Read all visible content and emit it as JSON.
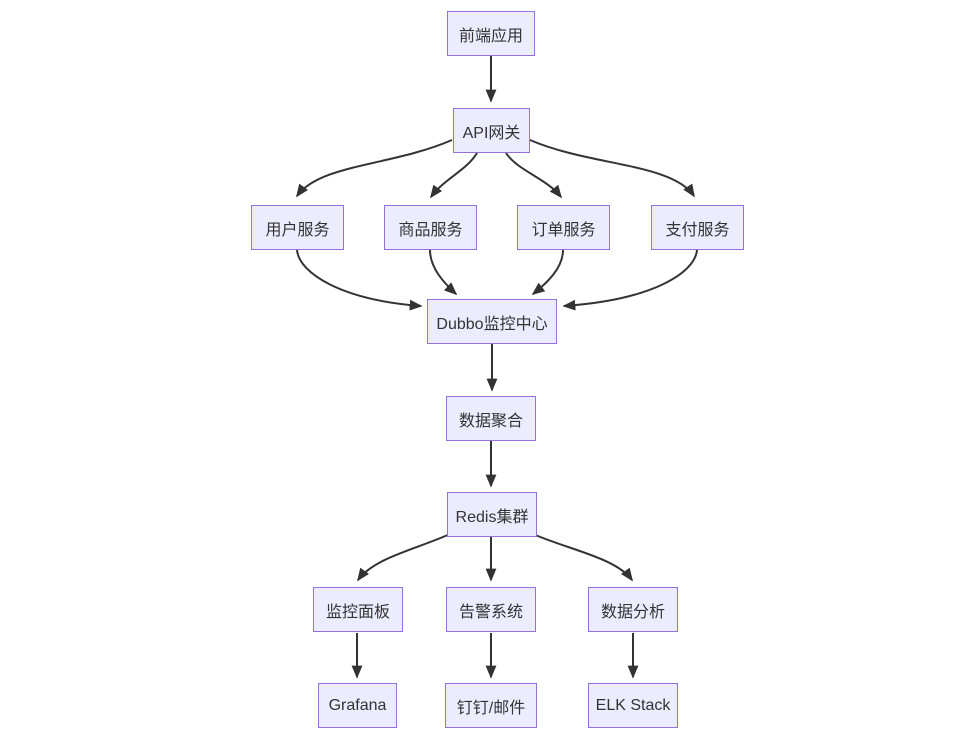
{
  "diagram": {
    "type": "flowchart",
    "direction": "top-down",
    "nodes": [
      {
        "id": "frontend",
        "label": "前端应用"
      },
      {
        "id": "api-gateway",
        "label": "API网关"
      },
      {
        "id": "user-service",
        "label": "用户服务"
      },
      {
        "id": "product-service",
        "label": "商品服务"
      },
      {
        "id": "order-service",
        "label": "订单服务"
      },
      {
        "id": "payment-service",
        "label": "支付服务"
      },
      {
        "id": "dubbo-monitor",
        "label": "Dubbo监控中心"
      },
      {
        "id": "data-aggregation",
        "label": "数据聚合"
      },
      {
        "id": "redis-cluster",
        "label": "Redis集群"
      },
      {
        "id": "monitor-dashboard",
        "label": "监控面板"
      },
      {
        "id": "alert-system",
        "label": "告警系统"
      },
      {
        "id": "data-analysis",
        "label": "数据分析"
      },
      {
        "id": "grafana",
        "label": "Grafana"
      },
      {
        "id": "dingtalk-email",
        "label": "钉钉/邮件"
      },
      {
        "id": "elk-stack",
        "label": "ELK Stack"
      }
    ],
    "edges": [
      {
        "from": "frontend",
        "to": "api-gateway"
      },
      {
        "from": "api-gateway",
        "to": "user-service"
      },
      {
        "from": "api-gateway",
        "to": "product-service"
      },
      {
        "from": "api-gateway",
        "to": "order-service"
      },
      {
        "from": "api-gateway",
        "to": "payment-service"
      },
      {
        "from": "user-service",
        "to": "dubbo-monitor"
      },
      {
        "from": "product-service",
        "to": "dubbo-monitor"
      },
      {
        "from": "order-service",
        "to": "dubbo-monitor"
      },
      {
        "from": "payment-service",
        "to": "dubbo-monitor"
      },
      {
        "from": "dubbo-monitor",
        "to": "data-aggregation"
      },
      {
        "from": "data-aggregation",
        "to": "redis-cluster"
      },
      {
        "from": "redis-cluster",
        "to": "monitor-dashboard"
      },
      {
        "from": "redis-cluster",
        "to": "alert-system"
      },
      {
        "from": "redis-cluster",
        "to": "data-analysis"
      },
      {
        "from": "monitor-dashboard",
        "to": "grafana"
      },
      {
        "from": "alert-system",
        "to": "dingtalk-email"
      },
      {
        "from": "data-analysis",
        "to": "elk-stack"
      }
    ],
    "colors": {
      "node_fill": "#ececff",
      "node_border": "#9370db",
      "edge": "#333333",
      "text": "#333333",
      "background": "#ffffff"
    }
  }
}
